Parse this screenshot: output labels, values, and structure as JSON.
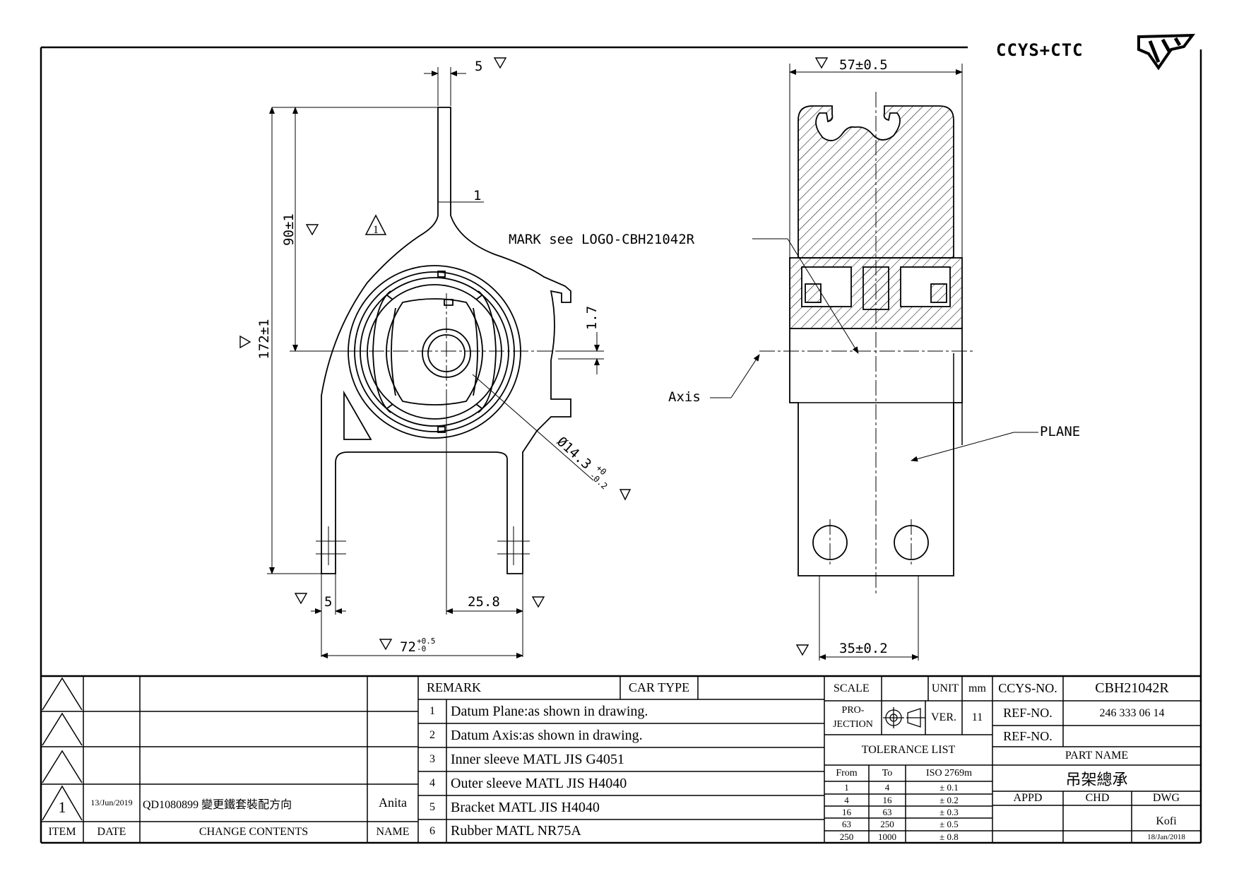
{
  "logo": {
    "text": "CCYS+CTC"
  },
  "annotations": {
    "mark_label": "MARK see LOGO-CBH21042R",
    "axis_label": "Axis",
    "plane_label": "PLANE",
    "revision_mark": "1"
  },
  "dimensions": {
    "d5_top": "5",
    "d1": "1",
    "d90": "90±1",
    "d172": "172±1",
    "d1_7": "1.7",
    "d14_3": "Ø14.3",
    "d14_3_tol_upper": "+0",
    "d14_3_tol_lower": "-0.2",
    "d5_bottom": "5",
    "d25_8": "25.8",
    "d72": "72",
    "d72_tol_upper": "+0.5",
    "d72_tol_lower": "-0",
    "d57": "57±0.5",
    "d35": "35±0.2"
  },
  "change_table": {
    "headers": {
      "item": "ITEM",
      "date": "DATE",
      "contents": "CHANGE CONTENTS",
      "name": "NAME"
    },
    "rows": [
      {
        "item": "",
        "date": "",
        "contents": "",
        "name": ""
      },
      {
        "item": "",
        "date": "",
        "contents": "",
        "name": ""
      },
      {
        "item": "",
        "date": "",
        "contents": "",
        "name": ""
      },
      {
        "item": "1",
        "date": "13/Jun/2019",
        "contents": "QD1080899 變更鐵套裝配方向",
        "name": "Anita"
      }
    ]
  },
  "remark_table": {
    "remark_label": "REMARK",
    "car_type_label": "CAR TYPE",
    "car_type_value": "",
    "items": [
      {
        "no": "1",
        "text": "Datum Plane:as shown in drawing."
      },
      {
        "no": "2",
        "text": "Datum Axis:as shown in drawing."
      },
      {
        "no": "3",
        "text": "Inner sleeve MATL JIS G4051"
      },
      {
        "no": "4",
        "text": "Outer sleeve MATL JIS H4040"
      },
      {
        "no": "5",
        "text": "Bracket MATL JIS H4040"
      },
      {
        "no": "6",
        "text": "Rubber MATL NR75A"
      }
    ]
  },
  "info_table": {
    "scale_label": "SCALE",
    "scale_value": "",
    "unit_label": "UNIT",
    "unit_value": "mm",
    "projection_label_1": "PRO-",
    "projection_label_2": "JECTION",
    "ver_label": "VER.",
    "ver_value": "11",
    "tolerance_title": "TOLERANCE LIST",
    "tolerance_headers": {
      "from": "From",
      "to": "To",
      "iso": "ISO 2769m"
    },
    "tolerance_rows": [
      {
        "from": "1",
        "to": "4",
        "tol": "± 0.1"
      },
      {
        "from": "4",
        "to": "16",
        "tol": "± 0.2"
      },
      {
        "from": "16",
        "to": "63",
        "tol": "± 0.3"
      },
      {
        "from": "63",
        "to": "250",
        "tol": "± 0.5"
      },
      {
        "from": "250",
        "to": "1000",
        "tol": "± 0.8"
      }
    ]
  },
  "title_block": {
    "ccys_no_label": "CCYS-NO.",
    "ccys_no_value": "CBH21042R",
    "ref_no_label": "REF-NO.",
    "ref_no_value": "246 333 06 14",
    "ref_no2_label": "REF-NO.",
    "ref_no2_value": "",
    "part_name_label": "PART NAME",
    "part_name_value": "吊架總承",
    "appd_label": "APPD",
    "chd_label": "CHD",
    "dwg_label": "DWG",
    "dwg_name": "Kofi",
    "dwg_date": "18/Jan/2018"
  }
}
